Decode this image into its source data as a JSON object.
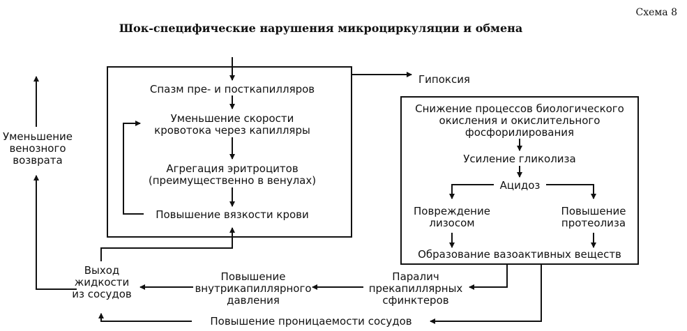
{
  "scheme_label": "Схема 8",
  "title": "Шок-специфические нарушения микроциркуляции и обмена",
  "left_box": {
    "spasm": "Спазм пре- и посткапилляров",
    "flow": "Уменьшение скорости\nкровотока через капилляры",
    "aggregation": "Агрегация эритроцитов\n(преимущественно в венулах)",
    "viscosity": "Повышение вязкости крови"
  },
  "hypoxia": "Гипоксия",
  "right_box": {
    "oxidation": "Снижение процессов биологического\nокисления и окислительного\nфосфорилирования",
    "glycolysis": "Усиление гликолиза",
    "acidosis": "Ацидоз",
    "lysosome": "Повреждение\nлизосом",
    "proteolysis": "Повышение\nпротеолиза",
    "vasoactive": "Образование вазоактивных веществ"
  },
  "bottom": {
    "paralysis": "Паралич\nпрекапиллярных\nсфинктеров",
    "pressure": "Повышение\nвнутрикапиллярного\nдавления",
    "fluid": "Выход\nжидкости\nиз сосудов",
    "permeability": "Повышение проницаемости сосудов"
  },
  "venous_return": "Уменьшение\nвенозного\nвозврата"
}
